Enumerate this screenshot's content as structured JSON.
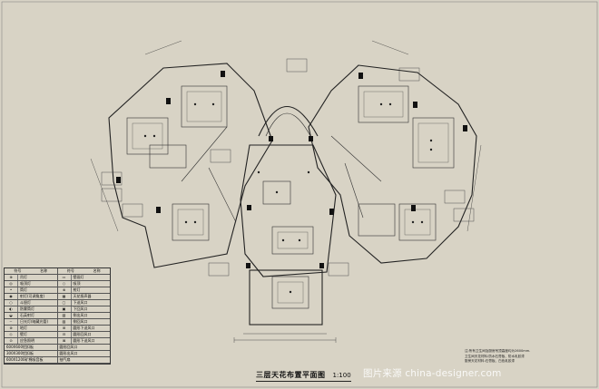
{
  "drawing": {
    "title": "三层天花布置平面图",
    "scale": "1:100",
    "watermark": "图片来源 china-designer.com",
    "notes": [
      "注:所有卫生间及厨房吊顶高度均为2600mm.",
      "卫生间天花材料:防水石膏板、防水乳胶漆",
      "厨房天花材料:石膏板、白色乳胶漆"
    ]
  },
  "legend": {
    "headers": [
      "符号",
      "名称",
      "符号",
      "名称"
    ],
    "rows": [
      [
        {
          "sym": "⊕",
          "name": "吊灯"
        },
        {
          "sym": "▭",
          "name": "壁画灯"
        }
      ],
      [
        {
          "sym": "◎",
          "name": "吸顶灯"
        },
        {
          "sym": "○",
          "name": "吸顶"
        }
      ],
      [
        {
          "sym": "•",
          "name": "筒灯"
        },
        {
          "sym": "⊗",
          "name": "射灯"
        }
      ],
      [
        {
          "sym": "◉",
          "name": "射灯(可调角度)"
        },
        {
          "sym": "▦",
          "name": "天花扬声器"
        }
      ],
      [
        {
          "sym": "○",
          "name": "斗胆灯"
        },
        {
          "sym": "▢",
          "name": "下送风口"
        }
      ],
      [
        {
          "sym": "◐",
          "name": "防雾筒灯"
        },
        {
          "sym": "▣",
          "name": "下回风口"
        }
      ],
      [
        {
          "sym": "◒",
          "name": "石英射灯"
        },
        {
          "sym": "▧",
          "name": "侧出风口"
        }
      ],
      [
        {
          "sym": "┄",
          "name": "日光灯(暗藏光管)"
        },
        {
          "sym": "▨",
          "name": "侧回风口"
        }
      ],
      [
        {
          "sym": "⊛",
          "name": "地灯"
        },
        {
          "sym": "⊞",
          "name": "圆形下送风口"
        }
      ],
      [
        {
          "sym": "◇",
          "name": "壁灯"
        },
        {
          "sym": "⊟",
          "name": "圆形回风口"
        }
      ],
      [
        {
          "sym": "⊙",
          "name": "应急照明"
        },
        {
          "sym": "⊠",
          "name": "圆形下送风口"
        }
      ]
    ],
    "notes_left": [
      "600X600铝扣板",
      "300X300铝扣板",
      "600X1200矿棉吸音板"
    ],
    "notes_right": [
      "圆形回风口",
      "圆形出风口",
      "抽气扇"
    ]
  }
}
